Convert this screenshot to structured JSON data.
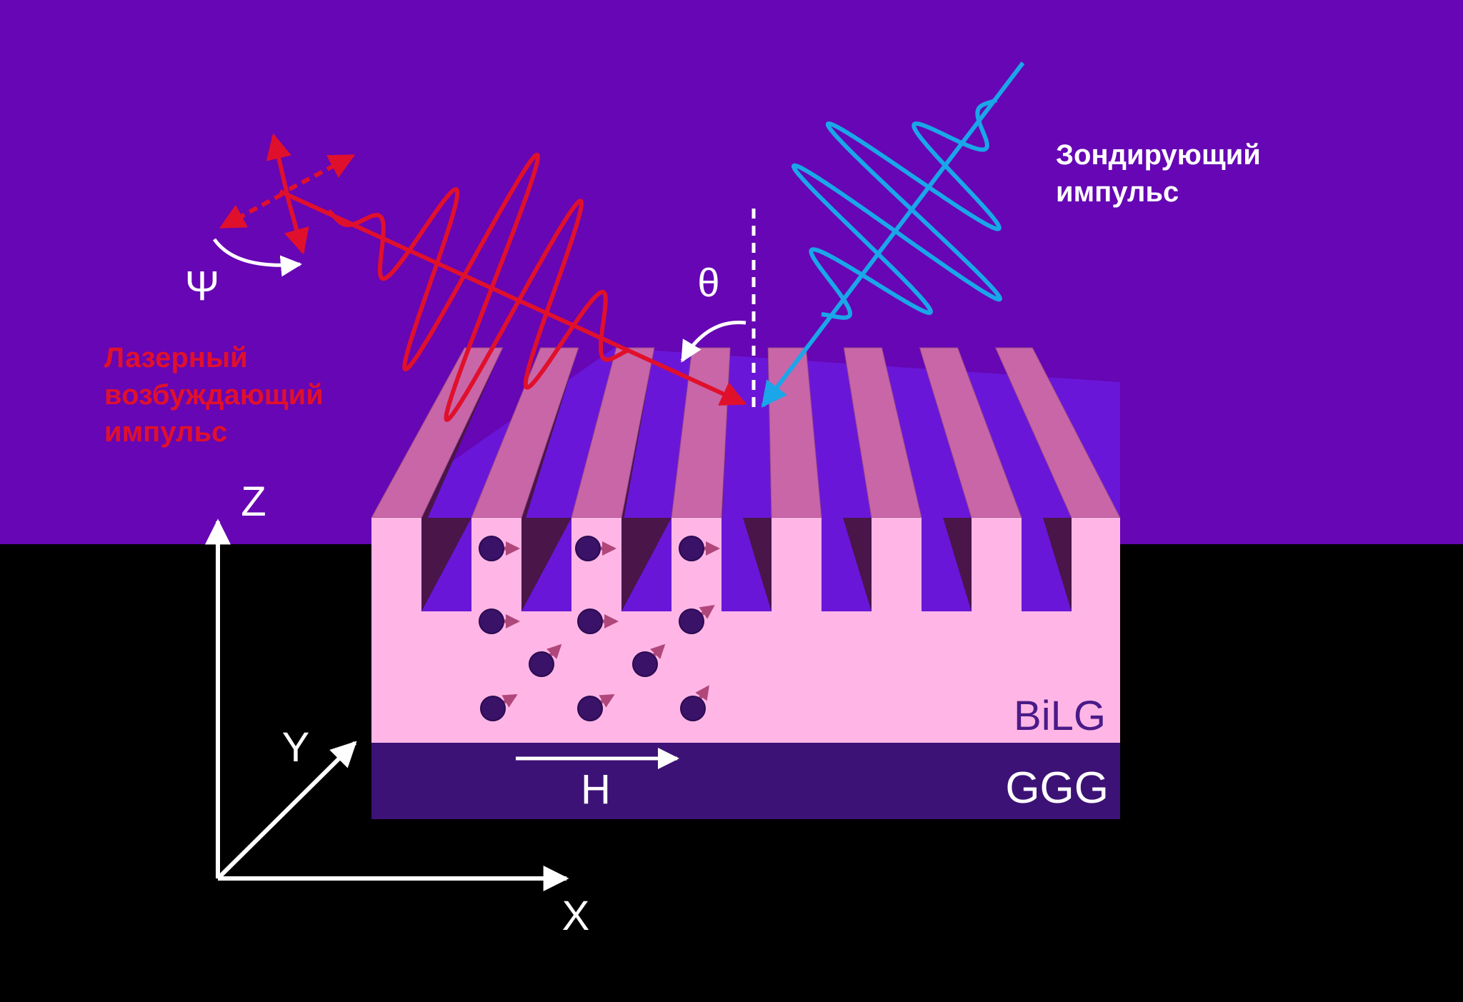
{
  "labels": {
    "probe_line1": "Зондирующий",
    "probe_line2": "импульс",
    "pump_line1": "Лазерный",
    "pump_line2": "возбуждающий",
    "pump_line3": "импульс",
    "psi": "Ψ",
    "theta": "θ",
    "axis_z": "Z",
    "axis_y": "Y",
    "axis_x": "X",
    "field": "H",
    "layer_top": "BiLG",
    "layer_bottom": "GGG"
  },
  "colors": {
    "sky": "#6606b4",
    "ground": "#000000",
    "film": "#ffb6e6",
    "stripe_top": "#c966a8",
    "groove_wall": "#4a1548",
    "groove_floor": "#6a16d8",
    "substrate": "#3d1276",
    "pump": "#e0102c",
    "probe": "#1aa6e8",
    "spin_dot": "#3a1268",
    "spin_arrow": "#b0477a",
    "white": "#ffffff",
    "layer_text": "#4a1a88"
  },
  "icons": [
    "polarization-cross-icon",
    "rotation-arrow-icon",
    "spin-dot-icon"
  ]
}
